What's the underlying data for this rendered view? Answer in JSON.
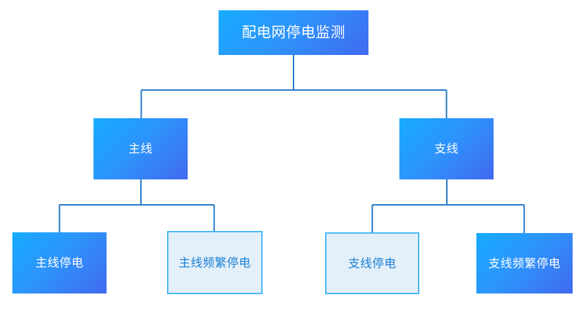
{
  "diagram": {
    "type": "hierarchy-tree",
    "background_color": "#ffffff",
    "connector_color": "#2176c7",
    "root": {
      "id": "root",
      "label": "配电网停电监测",
      "style": "filled-gradient",
      "gradient_from": "#17abff",
      "gradient_to": "#4169ef",
      "text_color": "#ffffff"
    },
    "level2": [
      {
        "id": "main-line",
        "label": "主线",
        "style": "filled-gradient",
        "gradient_from": "#17abff",
        "gradient_to": "#4169ef",
        "text_color": "#ffffff"
      },
      {
        "id": "branch-line",
        "label": "支线",
        "style": "filled-gradient",
        "gradient_from": "#17abff",
        "gradient_to": "#4169ef",
        "text_color": "#ffffff"
      }
    ],
    "level3": [
      {
        "id": "main-outage",
        "label": "主线停电",
        "parent": "main-line",
        "style": "filled-gradient",
        "text_color": "#ffffff"
      },
      {
        "id": "main-frequent-outage",
        "label": "主线频繁停电",
        "parent": "main-line",
        "style": "light-outline",
        "fill_color": "#e3eff9",
        "border_color": "#47b6f5",
        "text_color": "#1a7fd4"
      },
      {
        "id": "branch-outage",
        "label": "支线停电",
        "parent": "branch-line",
        "style": "light-outline",
        "fill_color": "#e3eff9",
        "border_color": "#47b6f5",
        "text_color": "#1a7fd4"
      },
      {
        "id": "branch-frequent-outage",
        "label": "支线频繁停电",
        "parent": "branch-line",
        "style": "filled-gradient",
        "text_color": "#ffffff"
      }
    ]
  }
}
